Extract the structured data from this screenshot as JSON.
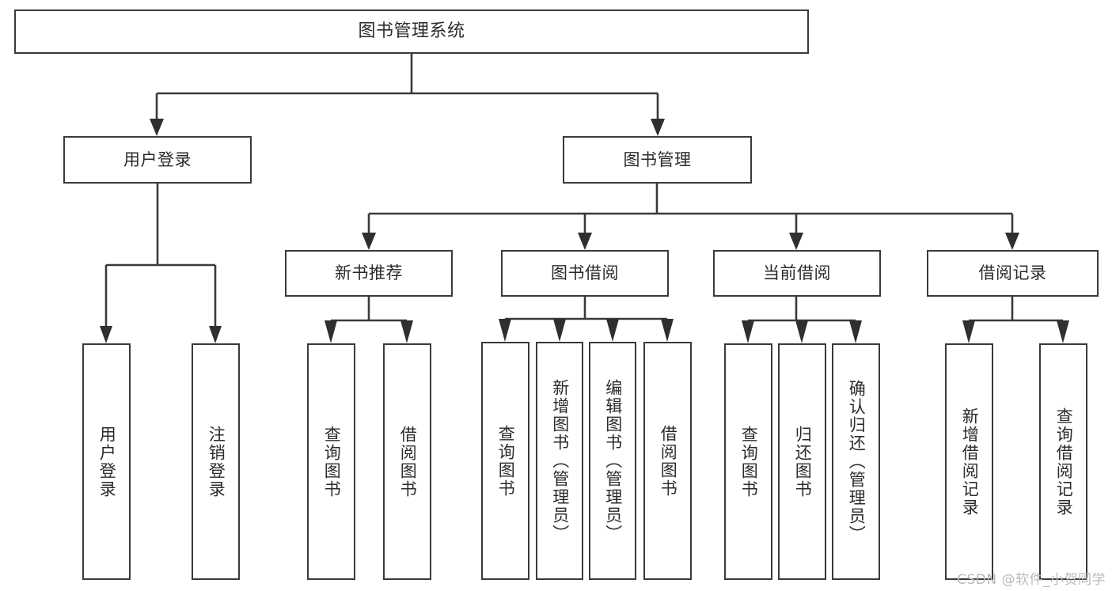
{
  "diagram": {
    "type": "tree",
    "title": "图书管理系统",
    "orientation": "top-down",
    "colors": {
      "box_stroke": "#3a3a3a",
      "box_fill": "#ffffff",
      "text": "#2b2b2b",
      "connector": "#3a3a3a",
      "watermark": "#b9b9b9"
    },
    "nodes": {
      "root": {
        "label": "图书管理系统"
      },
      "level2": [
        {
          "id": "user-login",
          "label": "用户登录"
        },
        {
          "id": "book-management",
          "label": "图书管理"
        }
      ],
      "level3": [
        {
          "id": "new-book-recommend",
          "label": "新书推荐"
        },
        {
          "id": "book-borrow",
          "label": "图书借阅"
        },
        {
          "id": "current-borrow",
          "label": "当前借阅"
        },
        {
          "id": "borrow-record",
          "label": "借阅记录"
        }
      ],
      "leaves": {
        "user_login": [
          {
            "id": "leaf-user-login",
            "label": "用户登录"
          },
          {
            "id": "leaf-logout",
            "label": "注销登录"
          }
        ],
        "new_book_recommend": [
          {
            "id": "leaf-query-book-1",
            "label": "查询图书"
          },
          {
            "id": "leaf-borrow-book-1",
            "label": "借阅图书"
          }
        ],
        "book_borrow": [
          {
            "id": "leaf-query-book-2",
            "label": "查询图书"
          },
          {
            "id": "leaf-add-book",
            "label": "新增图书（管理员）"
          },
          {
            "id": "leaf-edit-book",
            "label": "编辑图书（管理员）"
          },
          {
            "id": "leaf-borrow-book-2",
            "label": "借阅图书"
          }
        ],
        "current_borrow": [
          {
            "id": "leaf-query-book-3",
            "label": "查询图书"
          },
          {
            "id": "leaf-return-book",
            "label": "归还图书"
          },
          {
            "id": "leaf-confirm-return",
            "label": "确认归还（管理员）"
          }
        ],
        "borrow_record": [
          {
            "id": "leaf-add-record",
            "label": "新增借阅记录"
          },
          {
            "id": "leaf-query-record",
            "label": "查询借阅记录"
          }
        ]
      }
    },
    "edges": [
      {
        "from": "图书管理系统",
        "to": "用户登录"
      },
      {
        "from": "图书管理系统",
        "to": "图书管理"
      },
      {
        "from": "用户登录",
        "to": "用户登录"
      },
      {
        "from": "用户登录",
        "to": "注销登录"
      },
      {
        "from": "图书管理",
        "to": "新书推荐"
      },
      {
        "from": "图书管理",
        "to": "图书借阅"
      },
      {
        "from": "图书管理",
        "to": "当前借阅"
      },
      {
        "from": "图书管理",
        "to": "借阅记录"
      },
      {
        "from": "新书推荐",
        "to": "查询图书"
      },
      {
        "from": "新书推荐",
        "to": "借阅图书"
      },
      {
        "from": "图书借阅",
        "to": "查询图书"
      },
      {
        "from": "图书借阅",
        "to": "新增图书（管理员）"
      },
      {
        "from": "图书借阅",
        "to": "编辑图书（管理员）"
      },
      {
        "from": "图书借阅",
        "to": "借阅图书"
      },
      {
        "from": "当前借阅",
        "to": "查询图书"
      },
      {
        "from": "当前借阅",
        "to": "归还图书"
      },
      {
        "from": "当前借阅",
        "to": "确认归还（管理员）"
      },
      {
        "from": "借阅记录",
        "to": "新增借阅记录"
      },
      {
        "from": "借阅记录",
        "to": "查询借阅记录"
      }
    ]
  },
  "watermark": {
    "text": "CSDN @软件_小贺同学"
  }
}
